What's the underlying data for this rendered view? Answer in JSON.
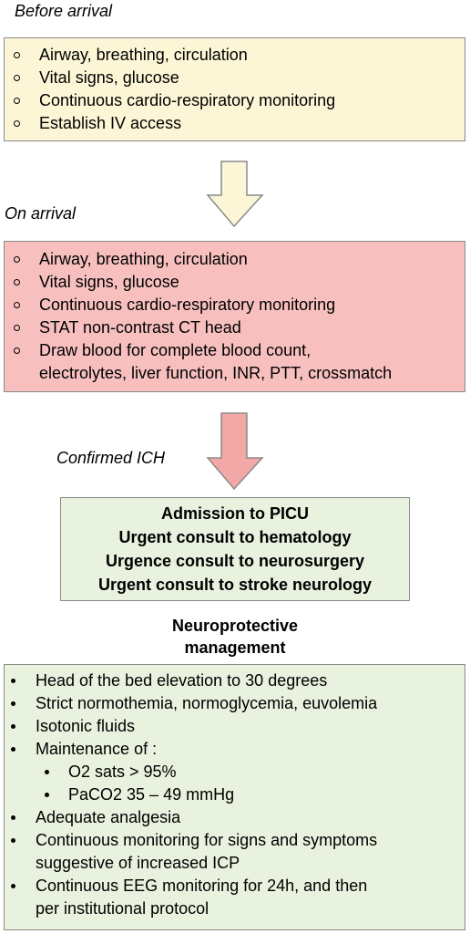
{
  "before_arrival": {
    "label": "Before arrival",
    "items": [
      "Airway, breathing, circulation",
      "Vital signs, glucose",
      "Continuous cardio-respiratory monitoring",
      "Establish IV access"
    ]
  },
  "on_arrival": {
    "label": "On arrival",
    "items": [
      "Airway, breathing, circulation",
      "Vital signs, glucose",
      "Continuous cardio-respiratory monitoring",
      "STAT non-contrast CT head",
      "Draw blood for complete blood count,",
      "electrolytes, liver function, INR, PTT, crossmatch"
    ]
  },
  "confirmed": {
    "label": "Confirmed ICH",
    "lines": [
      "Admission to PICU",
      "Urgent consult to hematology",
      "Urgence consult to neurosurgery",
      "Urgent consult to stroke neurology"
    ]
  },
  "neuroprotective": {
    "heading_lines": [
      "Neuroprotective",
      "management"
    ],
    "items": [
      "Head of the bed elevation to 30 degrees",
      "Strict normothemia, normoglycemia, euvolemia",
      "Isotonic fluids",
      "Maintenance of :",
      "O2 sats > 95%",
      "PaCO2 35 – 49 mmHg",
      "Adequate analgesia",
      "Continuous monitoring for signs and symptoms",
      "suggestive of increased ICP",
      "Continuous EEG monitoring for 24h, and then",
      "per institutional protocol"
    ]
  },
  "colors": {
    "yellow_box": "#fdf6d6",
    "red_box": "#f7c0bf",
    "green_box": "#e9f2de",
    "yellow_arrow": "#fdf6d6",
    "red_arrow": "#f2a8a7",
    "border": "#8a8a8a"
  }
}
